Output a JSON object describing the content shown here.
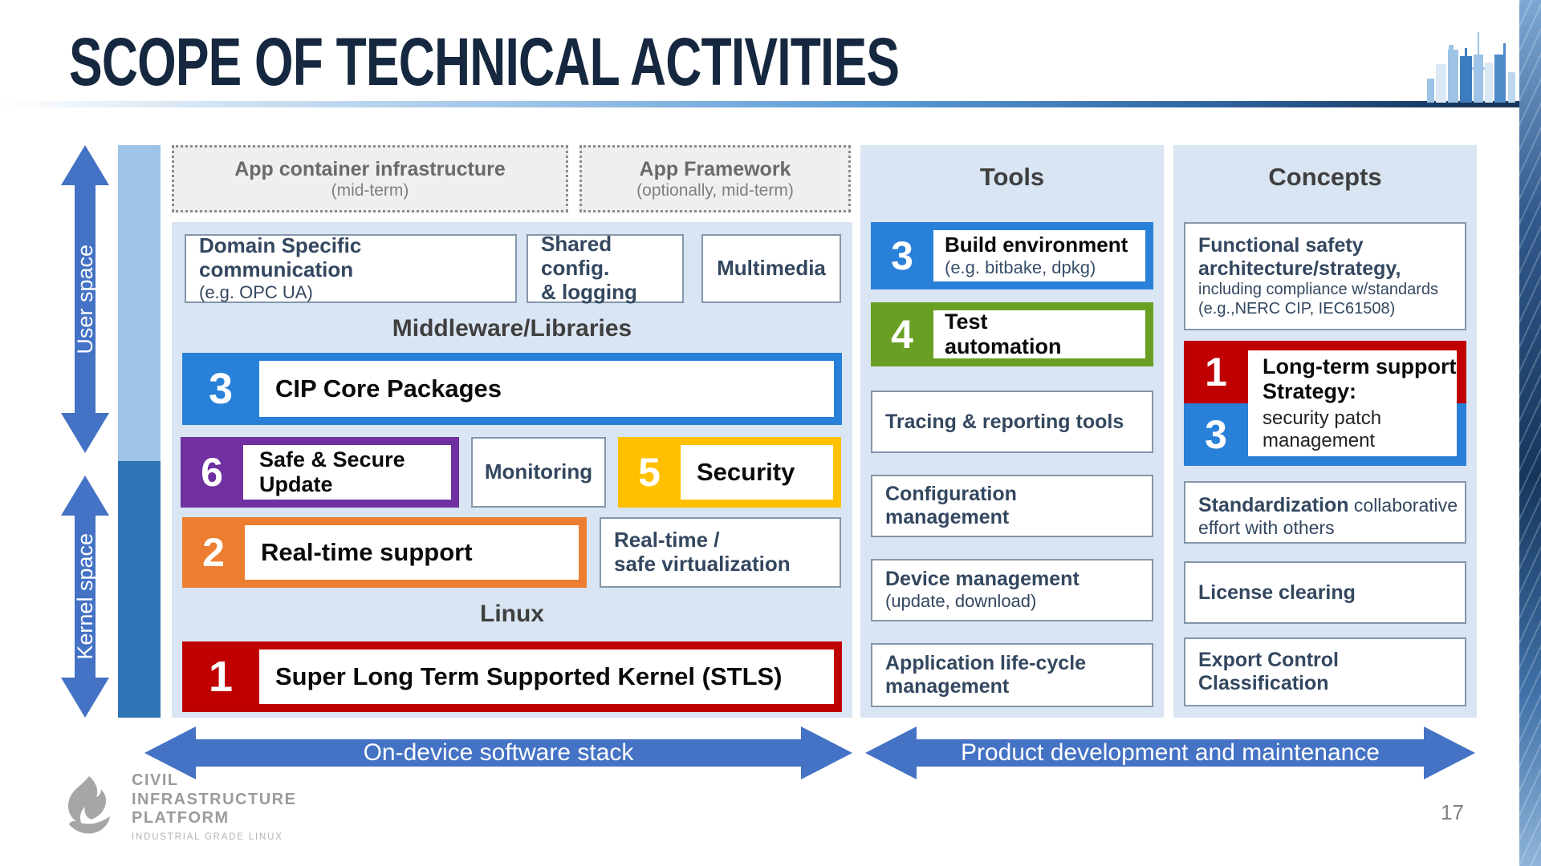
{
  "slide": {
    "title": "SCOPE OF TECHNICAL ACTIVITIES",
    "page_number": "17"
  },
  "colors": {
    "accent_blue": "#2980d9",
    "purple": "#7030a0",
    "yellow": "#ffc000",
    "orange": "#ed7d31",
    "red": "#c00000",
    "green": "#69a023",
    "arrow_blue": "#4472c4",
    "bar_light": "#9dc3e6",
    "bar_dark": "#2e75b6",
    "panel_bg": "#d9e5f2",
    "title_navy": "#16283f"
  },
  "left_axis": {
    "user_space": "User space",
    "kernel_space": "Kernel space"
  },
  "app_layer": {
    "container": {
      "title": "App container  infrastructure",
      "subtitle": "(mid-term)"
    },
    "framework": {
      "title": "App Framework",
      "subtitle": "(optionally, mid-term)"
    }
  },
  "stack": {
    "top_boxes": {
      "domain": {
        "title": "Domain Specific communication",
        "subtitle": "(e.g. OPC UA)"
      },
      "shared": {
        "line1": "Shared config.",
        "line2": "& logging"
      },
      "multimedia": {
        "title": "Multimedia"
      }
    },
    "middleware_label": "Middleware/Libraries",
    "cip_core": {
      "number": "3",
      "label": "CIP Core Packages"
    },
    "safe_secure": {
      "number": "6",
      "line1": "Safe & Secure",
      "line2": "Update"
    },
    "monitoring": {
      "label": "Monitoring"
    },
    "security": {
      "number": "5",
      "label": "Security"
    },
    "realtime": {
      "number": "2",
      "label": "Real-time support"
    },
    "virtualization": {
      "line1": "Real-time /",
      "line2": "safe virtualization"
    },
    "linux_label": "Linux",
    "kernel": {
      "number": "1",
      "label": "Super Long Term Supported Kernel (STLS)"
    }
  },
  "tools": {
    "header": "Tools",
    "build": {
      "number": "3",
      "title": "Build environment",
      "subtitle": "(e.g. bitbake, dpkg)"
    },
    "test": {
      "number": "4",
      "line1": "Test",
      "line2": "automation"
    },
    "boxes": [
      {
        "title": "Tracing & reporting tools",
        "subtitle": ""
      },
      {
        "title": "Configuration management",
        "subtitle": ""
      },
      {
        "title": "Device management",
        "subtitle": "(update, download)"
      },
      {
        "title": "Application life-cycle management",
        "subtitle": ""
      }
    ]
  },
  "concepts": {
    "header": "Concepts",
    "functional_safety": {
      "title_bold": "Functional safety architecture/strategy,",
      "line2": "including compliance w/standards",
      "line3": "(e.g.,NERC CIP, IEC61508)"
    },
    "lts": {
      "number_top": "1",
      "number_bottom": "3",
      "title_bold": "Long-term support Strategy:",
      "subtitle": "security patch management"
    },
    "boxes": [
      {
        "bold": "Standardization",
        "rest": " collaborative effort with others"
      },
      {
        "bold": "License clearing",
        "rest": ""
      },
      {
        "bold": "Export Control Classification",
        "rest": ""
      }
    ]
  },
  "bottom_arrows": {
    "left": "On-device software stack",
    "right": "Product development and maintenance"
  },
  "logo": {
    "line1": "CIVIL",
    "line2": "INFRASTRUCTURE",
    "line3": "PLATFORM",
    "tagline": "INDUSTRIAL GRADE LINUX"
  }
}
